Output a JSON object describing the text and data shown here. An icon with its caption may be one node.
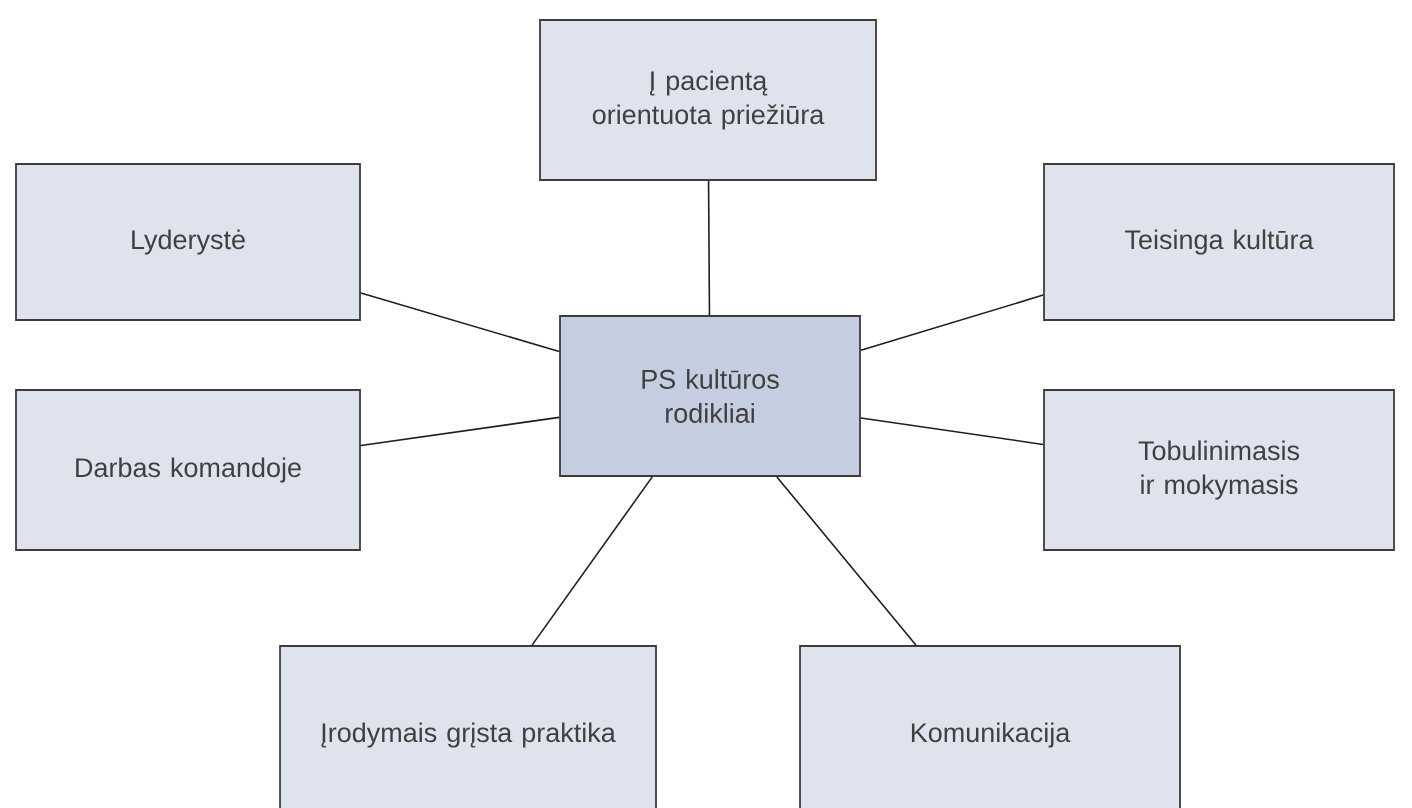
{
  "diagram": {
    "nodes": [
      {
        "text": [
          "Į pacientą orientuota priežiūra"
        ]
      },
      {
        "text": [
          "Lyderystė"
        ]
      },
      {
        "text": [
          "Teisinga kultūra"
        ]
      },
      {
        "text": [
          "PS kultūros rodikliai"
        ]
      },
      {
        "text": [
          "Darbas komandoje"
        ]
      },
      {
        "text": [
          "Tobulinimasis ir mokymasis"
        ]
      },
      {
        "text": [
          "Įrodymais grįsta praktika"
        ]
      },
      {
        "text": [
          "Komunikacija"
        ]
      }
    ],
    "edges": [
      {
        "from": 3,
        "to": 0,
        "arrow": "none"
      },
      {
        "from": 3,
        "to": 1,
        "arrow": "none"
      },
      {
        "from": 3,
        "to": 2,
        "arrow": "none"
      },
      {
        "from": 3,
        "to": 4,
        "arrow": "none"
      },
      {
        "from": 3,
        "to": 5,
        "arrow": "none"
      },
      {
        "from": 3,
        "to": 6,
        "arrow": "none"
      },
      {
        "from": 3,
        "to": 7,
        "arrow": "none"
      }
    ]
  }
}
